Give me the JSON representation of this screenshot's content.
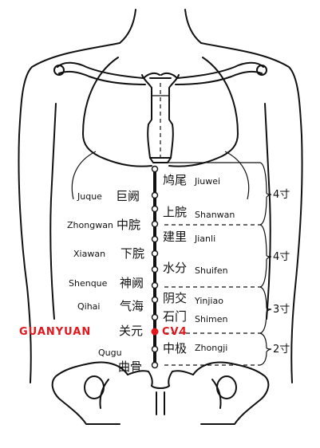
{
  "highlight_color": "#e3161b",
  "left_labels": [
    {
      "en": "Juque",
      "cn": "巨阙"
    },
    {
      "en": "Zhongwan",
      "cn": "中脘"
    },
    {
      "en": "Xiawan",
      "cn": "下脘"
    },
    {
      "en": "Shenque",
      "cn": "神阙"
    },
    {
      "en": "Qihai",
      "cn": "气海"
    },
    {
      "en": "Qugu",
      "cn": "曲骨"
    }
  ],
  "right_labels": [
    {
      "cn": "鸠尾",
      "en": "Jiuwei"
    },
    {
      "cn": "上脘",
      "en": "Shanwan"
    },
    {
      "cn": "建里",
      "en": "Jianli"
    },
    {
      "cn": "水分",
      "en": "Shuifen"
    },
    {
      "cn": "阴交",
      "en": "Yinjiao"
    },
    {
      "cn": "石门",
      "en": "Shimen"
    },
    {
      "cn": "中极",
      "en": "Zhongji"
    }
  ],
  "highlight": {
    "name": "GUANYUAN",
    "cn": "关元",
    "code": "CV4"
  },
  "measures": [
    "4寸",
    "4寸",
    "3寸",
    "2寸"
  ]
}
